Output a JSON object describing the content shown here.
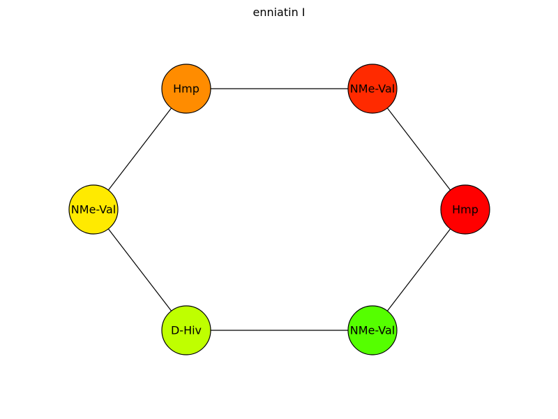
{
  "title": "enniatin I",
  "nodes": [
    {
      "label": "Hmp",
      "color": "#ff8c00"
    },
    {
      "label": "NMe-Val",
      "color": "#ff2a00"
    },
    {
      "label": "Hmp",
      "color": "#ff0000"
    },
    {
      "label": "NMe-Val",
      "color": "#55ff00"
    },
    {
      "label": "D-Hiv",
      "color": "#bfff00"
    },
    {
      "label": "NMe-Val",
      "color": "#ffea00"
    }
  ],
  "edges": [
    [
      0,
      1
    ],
    [
      1,
      2
    ],
    [
      2,
      3
    ],
    [
      3,
      4
    ],
    [
      4,
      5
    ],
    [
      5,
      0
    ]
  ]
}
